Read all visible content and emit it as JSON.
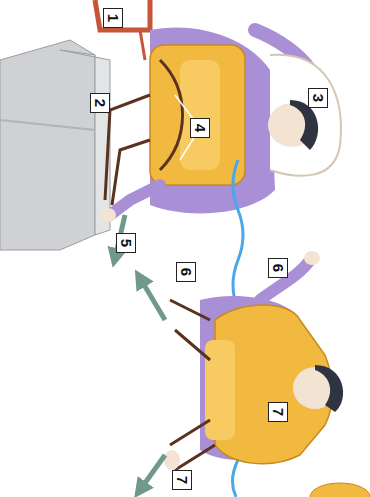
{
  "diagram": {
    "labels": [
      "1",
      "2",
      "3",
      "4",
      "5",
      "6",
      "6",
      "7",
      "7"
    ]
  }
}
